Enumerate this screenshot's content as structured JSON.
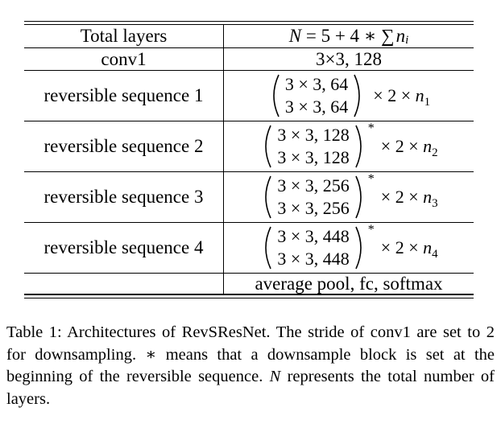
{
  "table": {
    "header": {
      "left": "Total layers",
      "right_N": "N",
      "right_eq": " = 5 + 4 ∗ ",
      "right_sum": "∑",
      "right_n": "n",
      "right_i": "i"
    },
    "conv1": {
      "label": "conv1",
      "value": "3×3, 128"
    },
    "sequences": [
      {
        "label": "reversible sequence 1",
        "line1": "3 × 3, 64",
        "line2": "3 × 3, 64",
        "star": "",
        "mult": "× 2 × ",
        "n": "n",
        "sub": "1"
      },
      {
        "label": "reversible sequence 2",
        "line1": "3 × 3, 128",
        "line2": "3 × 3, 128",
        "star": "*",
        "mult": "× 2 × ",
        "n": "n",
        "sub": "2"
      },
      {
        "label": "reversible sequence 3",
        "line1": "3 × 3, 256",
        "line2": "3 × 3, 256",
        "star": "*",
        "mult": "× 2 × ",
        "n": "n",
        "sub": "3"
      },
      {
        "label": "reversible sequence 4",
        "line1": "3 × 3, 448",
        "line2": "3 × 3, 448",
        "star": "*",
        "mult": "× 2 × ",
        "n": "n",
        "sub": "4"
      }
    ],
    "last_row": {
      "left": "",
      "right": "average pool, fc, softmax"
    }
  },
  "caption": {
    "p1": "Table 1: Architectures of RevSResNet. The stride of conv1 are set to 2 for downsampling. ",
    "star": "∗",
    "p2": " means that a downsample block is set at the beginning of the reversible sequence. ",
    "N": "N",
    "p3": " represents the total number of layers."
  }
}
